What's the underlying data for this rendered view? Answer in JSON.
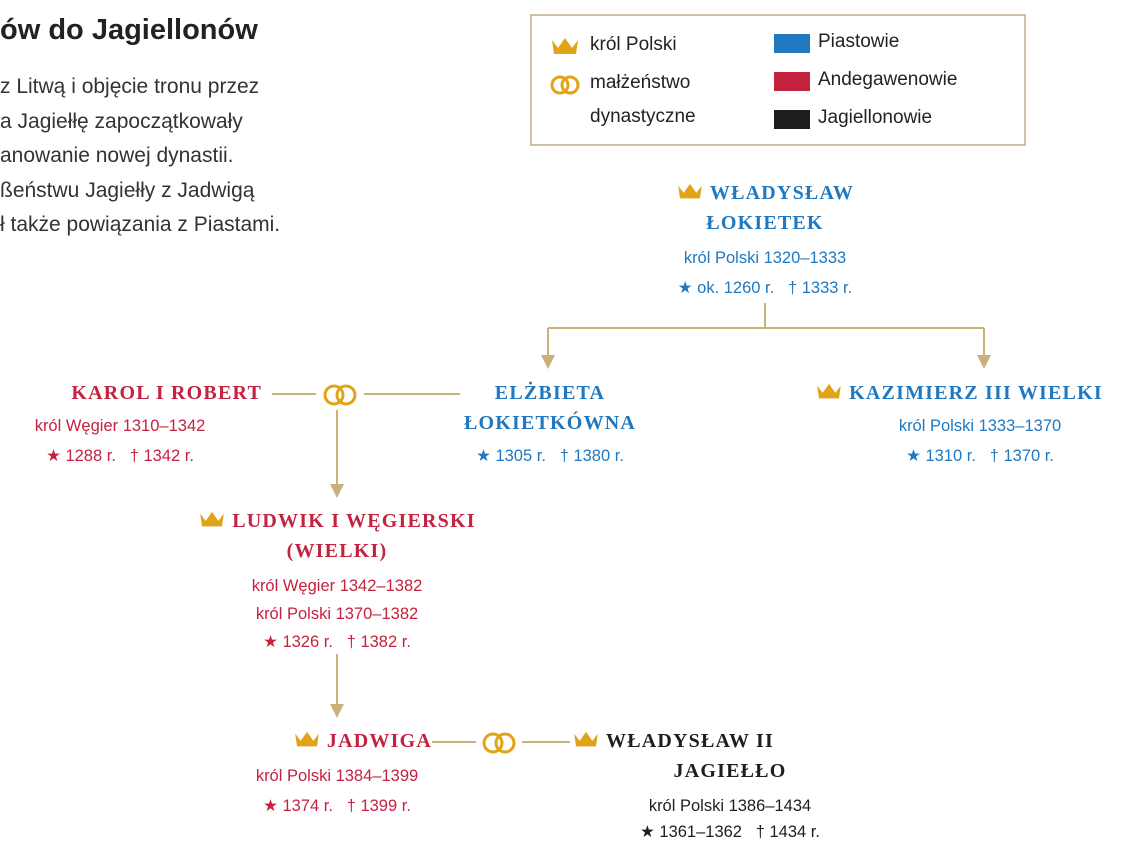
{
  "header": {
    "title": "ów do Jagiellonów",
    "text_lines": [
      "z Litwą i objęcie tronu przez",
      "a Jagiełłę zapoczątkowały",
      "anowanie nowej dynastii.",
      "ßeństwu Jagiełły z Jadwigą",
      "ł także powiązania z Piastami."
    ]
  },
  "legend": {
    "crown_label": "król Polski",
    "marriage_label_1": "małżeństwo",
    "marriage_label_2": "dynastyczne",
    "dynasties": [
      {
        "label": "Piastowie",
        "color": "#1f78c0"
      },
      {
        "label": "Andegawenowie",
        "color": "#c4223f"
      },
      {
        "label": "Jagiellonowie",
        "color": "#1e1e1e"
      }
    ]
  },
  "colors": {
    "piast": "#1f78c0",
    "andegawen": "#c4223f",
    "jagiellon": "#1e1e1e",
    "connector": "#c8b27a",
    "crown": "#e2a417",
    "rings": "#e2a417"
  },
  "people": {
    "lokietek": {
      "name_1": "WŁADYSŁAW",
      "name_2": "ŁOKIETEK",
      "reign": "król Polski 1320–1333",
      "birth": "★ ok. 1260 r.",
      "death": "† 1333 r."
    },
    "karol": {
      "name": "KAROL I ROBERT",
      "reign": "król Węgier 1310–1342",
      "birth": "★ 1288 r.",
      "death": "† 1342 r."
    },
    "elzbieta": {
      "name_1": "ELŻBIETA",
      "name_2": "ŁOKIETKÓWNA",
      "birth": "★ 1305 r.",
      "death": "† 1380 r."
    },
    "kazimierz": {
      "name": "KAZIMIERZ III WIELKI",
      "reign": "król Polski 1333–1370",
      "birth": "★ 1310 r.",
      "death": "† 1370 r."
    },
    "ludwik": {
      "name_1": "LUDWIK I WĘGIERSKI",
      "name_2": "(WIELKI)",
      "reign_1": "król Węgier 1342–1382",
      "reign_2": "król Polski 1370–1382",
      "birth": "★ 1326 r.",
      "death": "† 1382 r."
    },
    "jadwiga": {
      "name": "JADWIGA",
      "reign": "król Polski 1384–1399",
      "birth": "★ 1374 r.",
      "death": "† 1399 r."
    },
    "jagiello": {
      "name_1": "WŁADYSŁAW II",
      "name_2": "JAGIEŁŁO",
      "reign": "król Polski 1386–1434",
      "birth": "★ 1361–1362",
      "death": "† 1434 r."
    }
  }
}
